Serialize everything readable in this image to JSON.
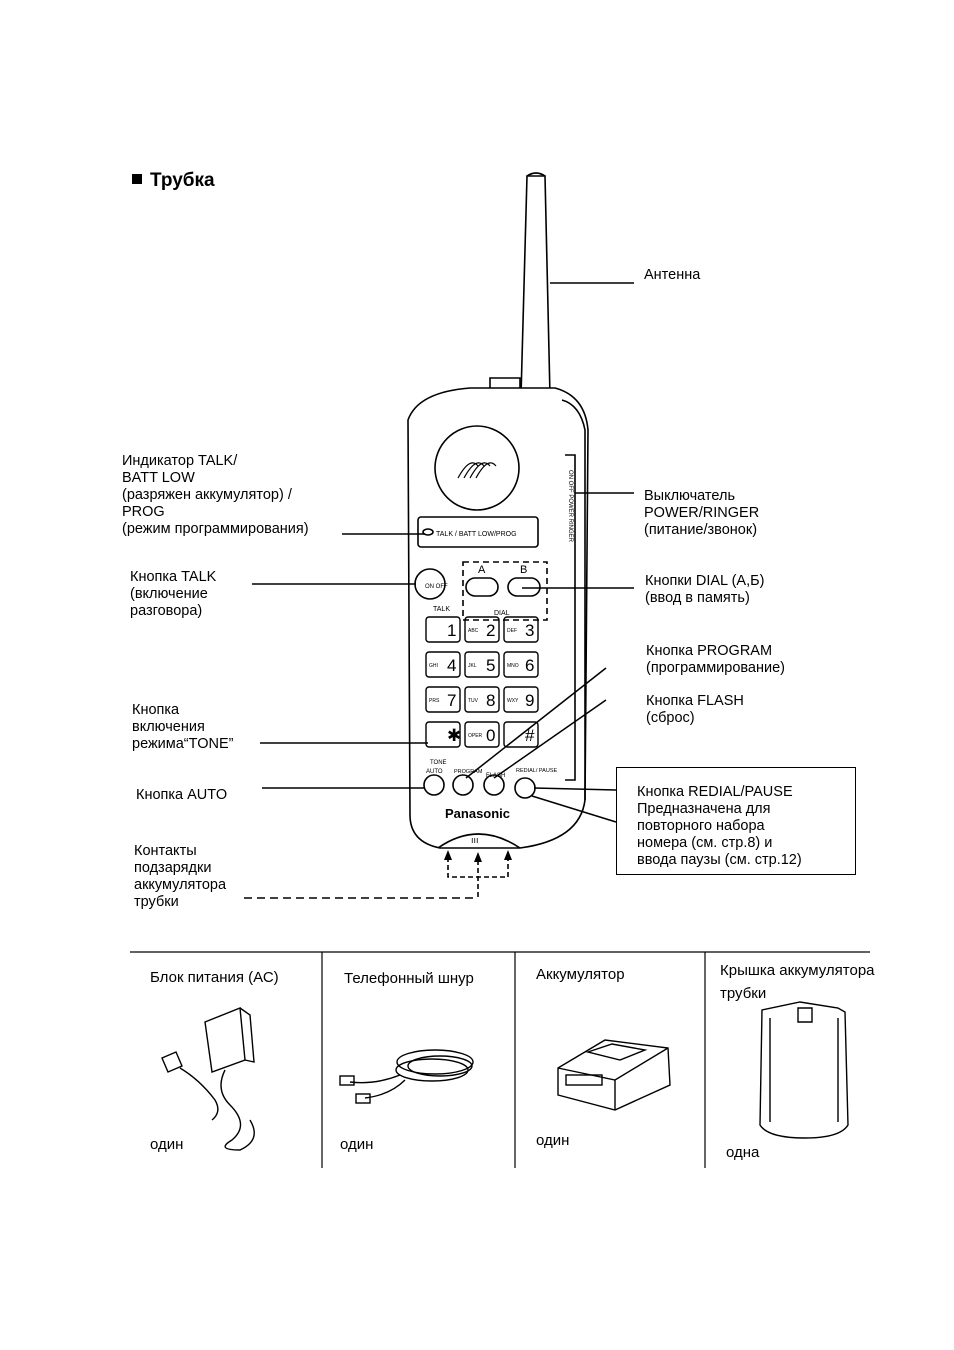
{
  "section_title": "Трубка",
  "labels": {
    "antenna": "Антенна",
    "indicator": "Индикатор TALK/\nBATT LOW\n(разряжен аккумулятор) /\nPROG\n(режим программирования)",
    "talk_button": "Кнопка TALK\n(включение\nразговора)",
    "tone_button": "Кнопка\nвключения\nрежима“TONE”",
    "auto_button": "Кнопка AUTO",
    "contacts": "Контакты\nподзарядки\nаккумулятора\nтрубки",
    "power_switch": "Выключатель\nPOWER/RINGER\n(питание/звонок)",
    "dial_buttons": "Кнопки DIAL (А,Б)\n(ввод в память)",
    "program_button": "Кнопка PROGRAM\n(программирование)",
    "flash_button": "Кнопка FLASH\n(сброс)",
    "redial_box": "Кнопка REDIAL/PAUSE\nПредназначена для\nповторного набора\nномера (см. стр.8) и\nввода паузы (см. стр.12)"
  },
  "handset": {
    "brand": "Panasonic",
    "indicator_text": "TALK / BATT LOW/PROG",
    "talk_key_text": "ON OFF",
    "talk_caption": "TALK",
    "dial_a": "A",
    "dial_b": "B",
    "dial_caption": "DIAL",
    "tone_caption": "TONE",
    "auto_caption": "AUTO",
    "program_caption": "PROGRAM",
    "flash_caption": "FLASH",
    "redial_caption": "REDIAL/ PAUSE",
    "side_text": "ON OFF POWER RINGER",
    "keys": [
      {
        "digit": "1",
        "letters": ""
      },
      {
        "digit": "2",
        "letters": "ABC"
      },
      {
        "digit": "3",
        "letters": "DEF"
      },
      {
        "digit": "4",
        "letters": "GHI"
      },
      {
        "digit": "5",
        "letters": "JKL"
      },
      {
        "digit": "6",
        "letters": "MNO"
      },
      {
        "digit": "7",
        "letters": "PRS"
      },
      {
        "digit": "8",
        "letters": "TUV"
      },
      {
        "digit": "9",
        "letters": "WXY"
      },
      {
        "digit": "✱",
        "letters": ""
      },
      {
        "digit": "0",
        "letters": "OPER"
      },
      {
        "digit": "#",
        "letters": ""
      }
    ]
  },
  "accessories": [
    {
      "name": "Блок питания (АС)",
      "qty": "один",
      "icon": "ac-adapter-icon"
    },
    {
      "name": "Телефонный шнур",
      "qty": "один",
      "icon": "phone-cord-icon"
    },
    {
      "name": "Аккумулятор",
      "qty": "один",
      "icon": "battery-pack-icon"
    },
    {
      "name": "Крышка аккумулятора\nтрубки",
      "qty": "одна",
      "icon": "battery-cover-icon"
    }
  ]
}
